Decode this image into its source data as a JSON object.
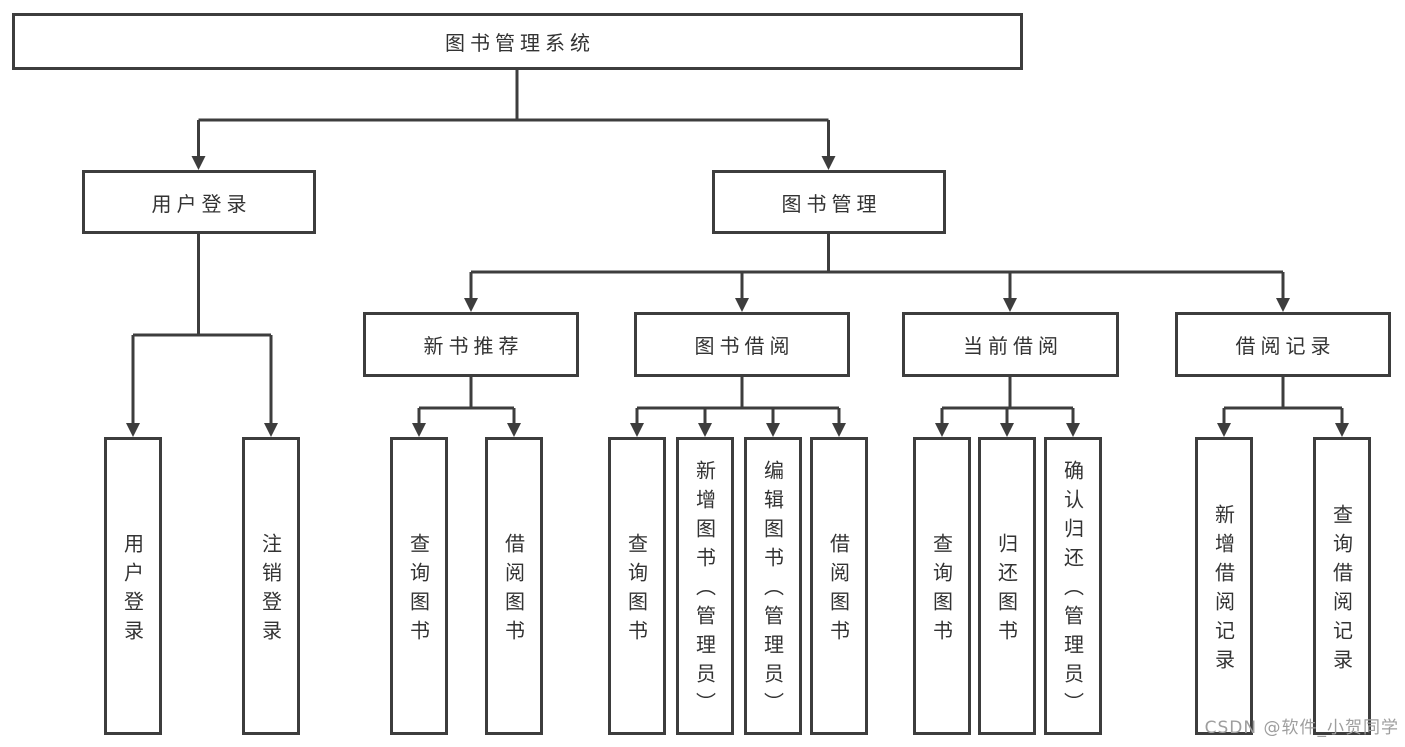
{
  "diagram": {
    "root": {
      "label": "图书管理系统"
    },
    "level2": [
      {
        "label": "用户登录",
        "children": [
          {
            "label": "用户登录"
          },
          {
            "label": "注销登录"
          }
        ]
      },
      {
        "label": "图书管理",
        "children": [
          {
            "label": "新书推荐",
            "children": [
              {
                "label": "查询图书"
              },
              {
                "label": "借阅图书"
              }
            ]
          },
          {
            "label": "图书借阅",
            "children": [
              {
                "label": "查询图书"
              },
              {
                "label": "新增图书（管理员）"
              },
              {
                "label": "编辑图书（管理员）"
              },
              {
                "label": "借阅图书"
              }
            ]
          },
          {
            "label": "当前借阅",
            "children": [
              {
                "label": "查询图书"
              },
              {
                "label": "归还图书"
              },
              {
                "label": "确认归还（管理员）"
              }
            ]
          },
          {
            "label": "借阅记录",
            "children": [
              {
                "label": "新增借阅记录"
              },
              {
                "label": "查询借阅记录"
              }
            ]
          }
        ]
      }
    ]
  },
  "watermark": "CSDN @软件_小贺同学",
  "colors": {
    "line": "#3d3d3d",
    "box_border": "#3d3d3d",
    "text": "#333333",
    "watermark": "#9e9e9e",
    "background": "#ffffff"
  }
}
